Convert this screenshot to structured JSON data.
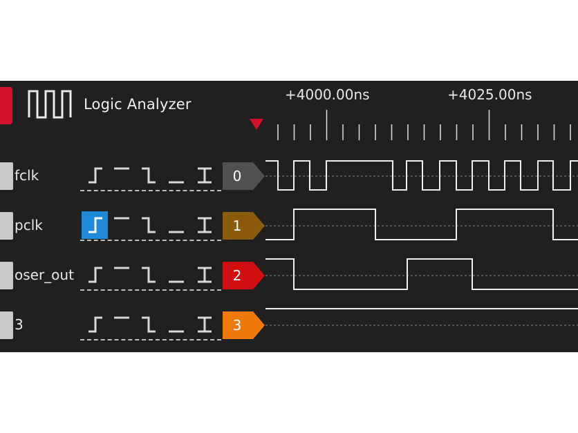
{
  "header": {
    "title": "Logic Analyzer",
    "logo_icon": "square-wave-icon"
  },
  "timeline": {
    "labels": [
      "+4000.00ns",
      "+4025.00ns"
    ],
    "trigger_icon": "trigger-marker-icon"
  },
  "trigger_options": [
    {
      "name": "rising-edge",
      "icon": "rising-edge-icon"
    },
    {
      "name": "high-level",
      "icon": "high-level-icon"
    },
    {
      "name": "falling-edge",
      "icon": "falling-edge-icon"
    },
    {
      "name": "low-level",
      "icon": "low-level-icon"
    },
    {
      "name": "any-edge",
      "icon": "any-edge-icon"
    }
  ],
  "channels": [
    {
      "name": "fclk",
      "index": "0",
      "color": "#505050",
      "selected_trigger": null
    },
    {
      "name": "pclk",
      "index": "1",
      "color": "#8c5a0c",
      "selected_trigger": "rising-edge"
    },
    {
      "name": "oser_out",
      "index": "2",
      "color": "#d01010",
      "selected_trigger": null
    },
    {
      "name": "3",
      "index": "3",
      "color": "#f07a08",
      "selected_trigger": null
    }
  ],
  "colors": {
    "background": "#202020",
    "accent_red": "#d3122a",
    "selected_trigger": "#1e8ad8",
    "trace": "#f0f0f0"
  }
}
